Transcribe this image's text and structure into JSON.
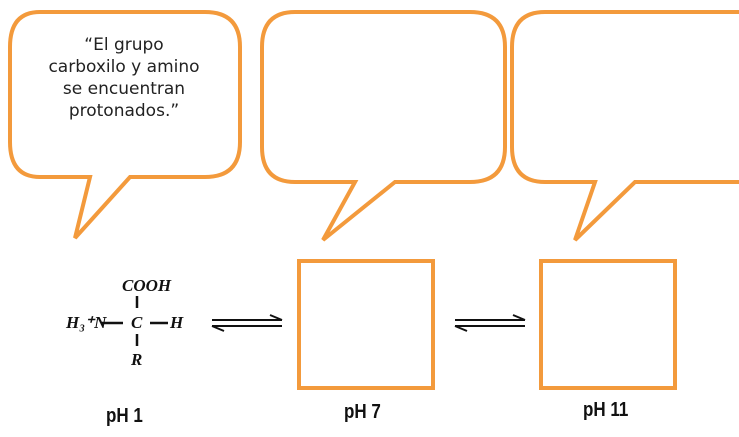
{
  "colors": {
    "outline": "#F39A3C",
    "text": "#111111"
  },
  "bubbles": [
    {
      "text_lines": [
        "“El grupo",
        "carboxilo y amino",
        "se encuentran",
        "protonados.”"
      ]
    },
    {
      "text_lines": []
    },
    {
      "text_lines": []
    }
  ],
  "molecule": {
    "top_group": "COOH",
    "left_group": "H₃⁺N",
    "center": "C",
    "right_group": "H",
    "bottom_group": "R"
  },
  "ph_labels": [
    "pH 1",
    "pH 7",
    "pH 11"
  ],
  "equilibrium_symbol_name": "equilibrium-arrows"
}
